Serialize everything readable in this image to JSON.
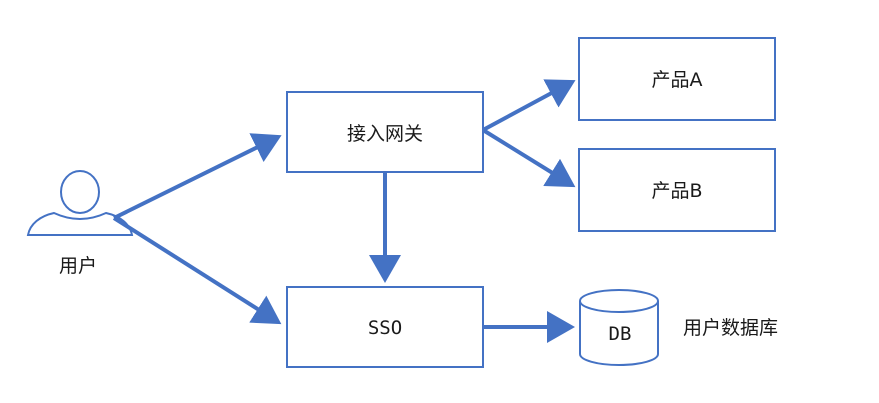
{
  "nodes": {
    "user": {
      "label": "用户"
    },
    "gateway": {
      "label": "接入网关"
    },
    "product_a": {
      "label": "产品A"
    },
    "product_b": {
      "label": "产品B"
    },
    "sso": {
      "label": "SSO"
    },
    "db": {
      "label": "DB",
      "caption": "用户数据库"
    }
  },
  "colors": {
    "stroke": "#4472C4",
    "text": "#1a1a1a"
  }
}
